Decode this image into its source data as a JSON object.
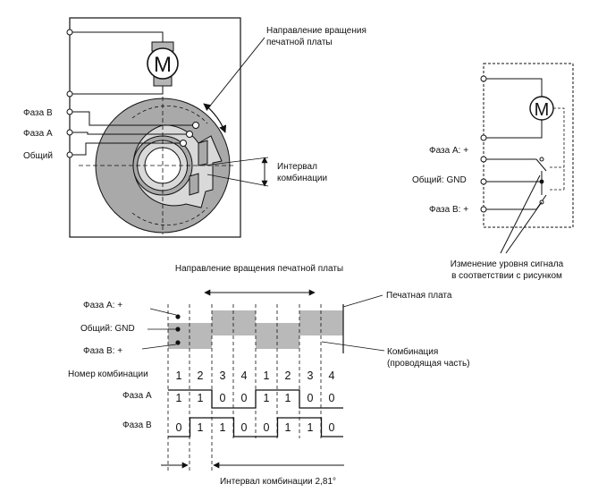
{
  "disk": {
    "rotation_label_line1": "Направление вращения",
    "rotation_label_line2": "печатной платы",
    "phase_b": "Фаза B",
    "phase_a": "Фаза A",
    "common": "Общий",
    "interval_line1": "Интервал",
    "interval_line2": "комбинации",
    "motor_symbol": "M"
  },
  "switch_diagram": {
    "motor_symbol": "M",
    "phase_a": "Фаза A: +",
    "common": "Общий: GND",
    "phase_b": "Фаза B: +",
    "note_line1": "Изменение уровня сигнала",
    "note_line2": "в соответствии с рисунком"
  },
  "timing": {
    "title": "Направление вращения печатной платы",
    "phase_a": "Фаза A: +",
    "common": "Общий: GND",
    "phase_b": "Фаза B: +",
    "pcb_label": "Печатная плата",
    "pattern_line1": "Комбинация",
    "pattern_line2": "(проводящая часть)",
    "combo_number_label": "Номер комбинации",
    "phase_a_row_label": "Фаза A",
    "phase_b_row_label": "Фаза B",
    "combo_numbers": [
      "1",
      "2",
      "3",
      "4",
      "1",
      "2",
      "3",
      "4"
    ],
    "phase_a_values": [
      "1",
      "1",
      "0",
      "0",
      "1",
      "1",
      "0",
      "0"
    ],
    "phase_b_values": [
      "0",
      "1",
      "1",
      "0",
      "0",
      "1",
      "1",
      "0"
    ],
    "interval_label": "Интервал комбинации 2,81°"
  }
}
